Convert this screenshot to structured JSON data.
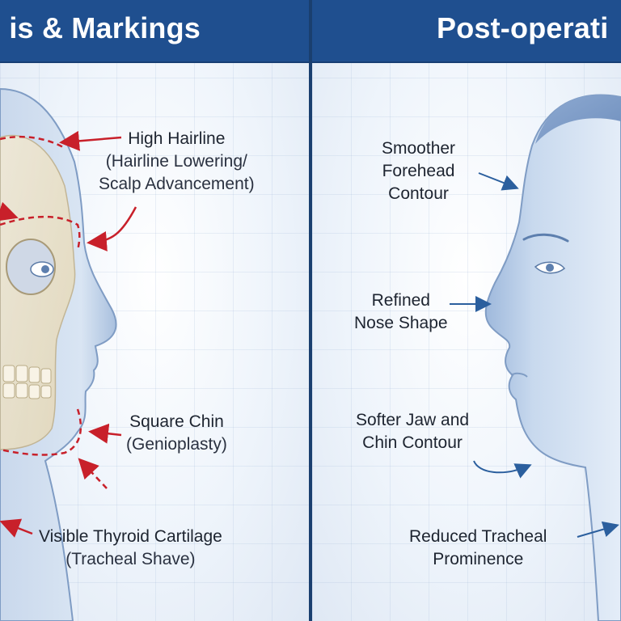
{
  "left_panel": {
    "title": "is & Markings",
    "annotations": [
      {
        "line1": "High Hairline",
        "line2": "(Hairline Lowering/",
        "line3": "Scalp Advancement)"
      },
      {
        "line1": "Square Chin",
        "line2": "(Genioplasty)"
      },
      {
        "line1": "Visible Thyroid Cartilage",
        "line2": "(Tracheal Shave)"
      }
    ]
  },
  "right_panel": {
    "title": "Post-operati",
    "annotations": [
      {
        "line1": "Smoother",
        "line2": "Forehead",
        "line3": "Contour"
      },
      {
        "line1": "Refined",
        "line2": "Nose Shape"
      },
      {
        "line1": "Softer Jaw and",
        "line2": "Chin Contour"
      },
      {
        "line1": "Reduced Tracheal",
        "line2": "Prominence"
      }
    ]
  },
  "colors": {
    "header": "#1f4f8f",
    "marking_red": "#c8202a",
    "arrow_blue": "#2b5f9e",
    "face_blue": "#b9cde6"
  }
}
